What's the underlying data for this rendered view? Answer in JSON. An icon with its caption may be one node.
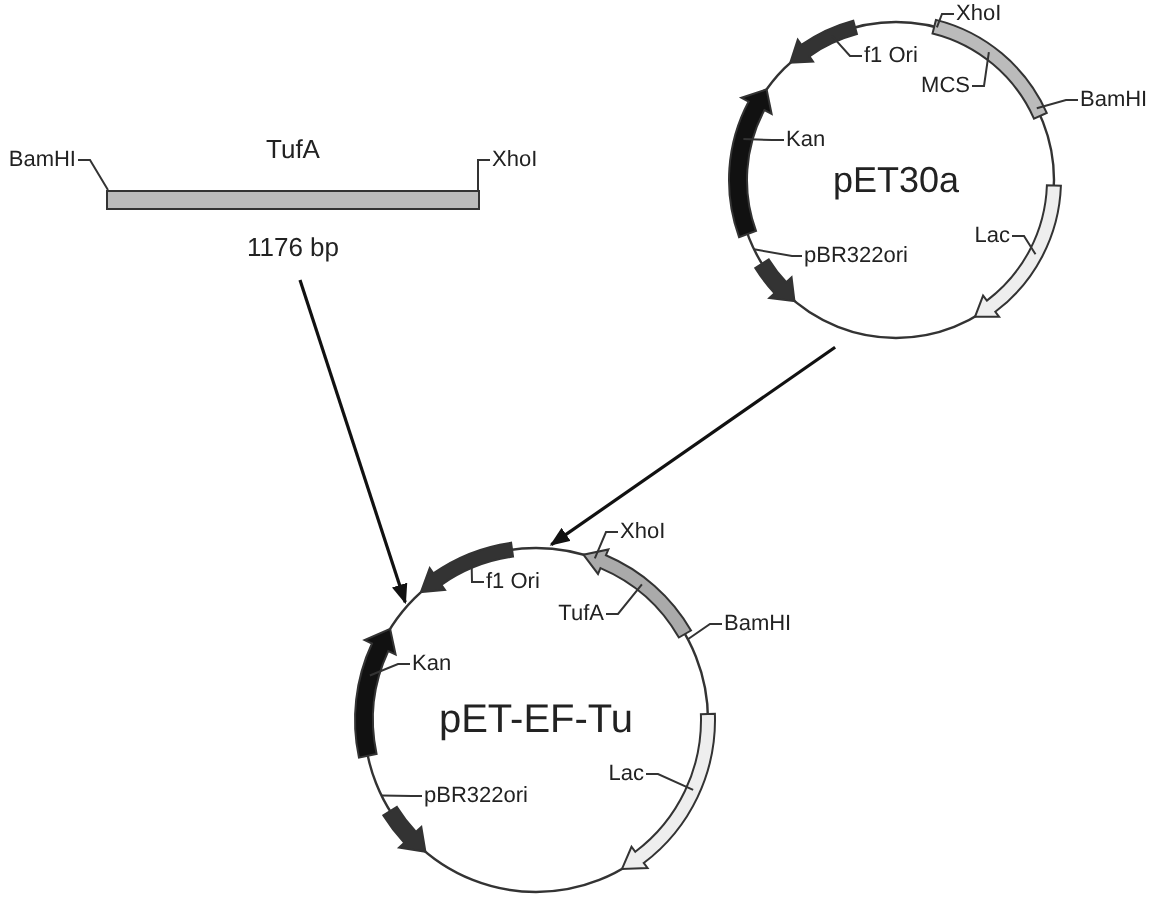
{
  "diagram": {
    "nodes": [
      {
        "text": [
          "TufA"
        ],
        "beside": [
          "1176 bp"
        ]
      },
      {
        "text": [
          "BamHI"
        ]
      },
      {
        "text": [
          "XhoI"
        ]
      },
      {
        "text": [
          "pET30a"
        ]
      },
      {
        "text": [
          "f1 Ori"
        ],
        "in": 3
      },
      {
        "text": [
          "XhoI"
        ]
      },
      {
        "text": [
          "MCS"
        ],
        "in": 3
      },
      {
        "text": [
          "BamHI"
        ]
      },
      {
        "text": [
          "Kan"
        ],
        "in": 3
      },
      {
        "text": [
          "Lac"
        ],
        "in": 3
      },
      {
        "text": [
          "pBR322ori"
        ],
        "in": 3
      },
      {
        "text": [
          "pET-EF-Tu"
        ]
      },
      {
        "text": [
          "XhoI"
        ]
      },
      {
        "text": [
          "f1 Ori"
        ],
        "in": 11
      },
      {
        "text": [
          "TufA"
        ],
        "in": 11
      },
      {
        "text": [
          "BamHI"
        ]
      },
      {
        "text": [
          "Kan"
        ],
        "in": 11
      },
      {
        "text": [
          "Lac"
        ],
        "in": 11
      },
      {
        "text": [
          "pBR322ori"
        ],
        "in": 11
      }
    ],
    "edges": [
      {
        "from": 0,
        "to": 11,
        "arrow": "to"
      },
      {
        "from": 3,
        "to": 11,
        "arrow": "to"
      },
      {
        "from": 1,
        "to": 0,
        "arrow": "none"
      },
      {
        "from": 2,
        "to": 0,
        "arrow": "none"
      },
      {
        "from": 4,
        "to": 3,
        "arrow": "none"
      },
      {
        "from": 5,
        "to": 3,
        "arrow": "none"
      },
      {
        "from": 6,
        "to": 3,
        "arrow": "none"
      },
      {
        "from": 7,
        "to": 3,
        "arrow": "none"
      },
      {
        "from": 8,
        "to": 3,
        "arrow": "none"
      },
      {
        "from": 9,
        "to": 3,
        "arrow": "none"
      },
      {
        "from": 10,
        "to": 3,
        "arrow": "none"
      },
      {
        "from": 12,
        "to": 11,
        "arrow": "none"
      },
      {
        "from": 13,
        "to": 11,
        "arrow": "none"
      },
      {
        "from": 14,
        "to": 11,
        "arrow": "none"
      },
      {
        "from": 15,
        "to": 11,
        "arrow": "none"
      },
      {
        "from": 16,
        "to": 11,
        "arrow": "none"
      },
      {
        "from": 17,
        "to": 11,
        "arrow": "none"
      },
      {
        "from": 18,
        "to": 11,
        "arrow": "none"
      }
    ]
  }
}
